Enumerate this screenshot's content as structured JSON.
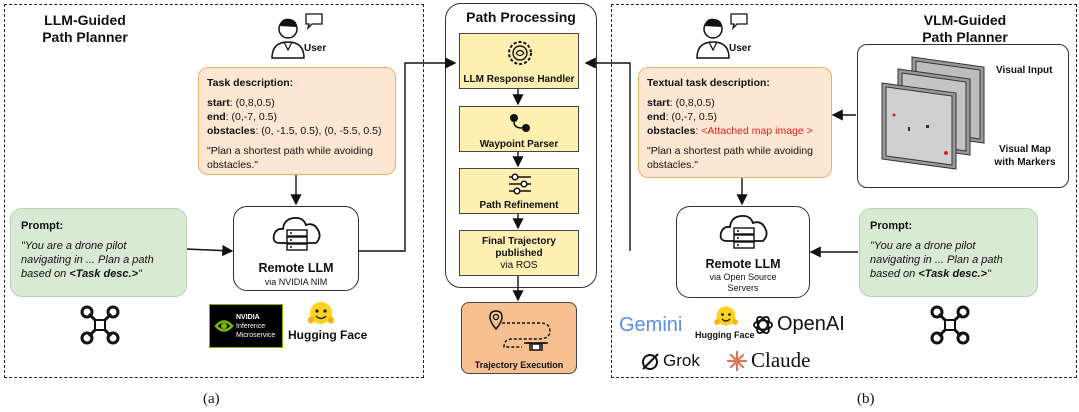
{
  "left": {
    "title": "LLM-Guided\nPath Planner",
    "user_label": "User",
    "task": {
      "heading": "Task description:",
      "start_key": "start",
      "start_val": ": (0,8,0.5)",
      "end_key": "end",
      "end_val": ": (0,-7, 0.5)",
      "obstacles_key": "obstacles",
      "obstacles_val": ": (0, -1.5, 0.5), (0, -5.5, 0.5)",
      "instruction": "\"Plan a shortest path while avoiding obstacles.\""
    },
    "prompt": {
      "heading": "Prompt:",
      "text_pre": "\"You are a drone pilot navigating in ... Plan a path based on ",
      "text_tag": "<Task desc.>",
      "text_post": "\""
    },
    "llm": {
      "title": "Remote LLM",
      "subtitle": "via NVIDIA NIM"
    },
    "logos": {
      "nvidia_line1": "NVIDIA",
      "nvidia_line2": "Inference",
      "nvidia_line3": "Microservice",
      "huggingface": "Hugging Face"
    },
    "caption": "(a)"
  },
  "middle": {
    "title": "Path Processing",
    "steps": [
      {
        "label": "LLM Response Handler"
      },
      {
        "label": "Waypoint Parser"
      },
      {
        "label": "Path Refinement"
      }
    ],
    "final": {
      "line1": "Final Trajectory",
      "line2": "published",
      "line3": "via ROS"
    },
    "exec_label": "Trajectory Execution"
  },
  "right": {
    "title": "VLM-Guided\nPath Planner",
    "user_label": "User",
    "task": {
      "heading": "Textual task description:",
      "start_key": "start",
      "start_val": ": (0,8,0.5)",
      "end_key": "end",
      "end_val": ": (0,-7, 0.5)",
      "obstacles_key": "obstacles",
      "obstacles_val": "<Attached map image >",
      "instruction": "\"Plan a shortest path while avoiding obstacles.\""
    },
    "visual": {
      "input_label": "Visual Input",
      "map_label": "Visual Map\nwith Markers"
    },
    "prompt": {
      "heading": "Prompt:",
      "text_pre": "\"You are a drone pilot navigating in ... Plan a path based on ",
      "text_tag": "<Task desc.>",
      "text_post": "\""
    },
    "llm": {
      "title": "Remote LLM",
      "subtitle": "via Open Source\nServers"
    },
    "logos": {
      "gemini": "Gemini",
      "huggingface": "Hugging Face",
      "openai": "OpenAI",
      "grok": "Grok",
      "claude": "Claude"
    },
    "caption": "(b)"
  },
  "colors": {
    "task_bg": "#fde6d2",
    "prompt_bg": "#d8ead4",
    "step_bg": "#ffefb0",
    "exec_bg": "#f6c091",
    "red_text": "#e02020",
    "gemini_blue": "#5b8def",
    "claude_orange": "#d97757"
  }
}
